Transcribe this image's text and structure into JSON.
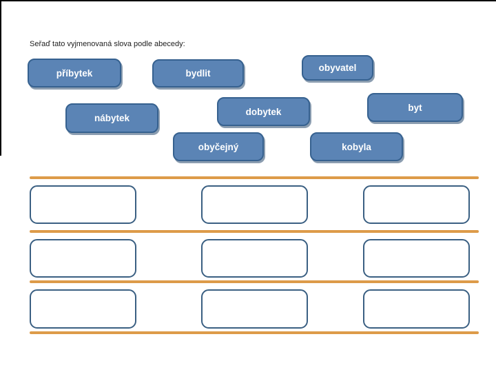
{
  "slide": {
    "title": "Seřaď tato vyjmenovaná slova podle abecedy:",
    "words": [
      {
        "label": "příbytek"
      },
      {
        "label": "bydlit"
      },
      {
        "label": "obyvatel"
      },
      {
        "label": "nábytek"
      },
      {
        "label": "dobytek"
      },
      {
        "label": "byt"
      },
      {
        "label": "obyčejný"
      },
      {
        "label": "kobyla"
      }
    ],
    "answer_grid": {
      "rows": 3,
      "cols": 3,
      "slot_count": 9,
      "slots_empty": true
    },
    "colors": {
      "word_box_fill": "#5b84b5",
      "word_box_border": "#36618f",
      "word_text": "#ffffff",
      "slot_border": "#3a5f82",
      "divider_line": "#dd9b49",
      "title_text": "#1c1c1c",
      "background": "#ffffff"
    }
  }
}
